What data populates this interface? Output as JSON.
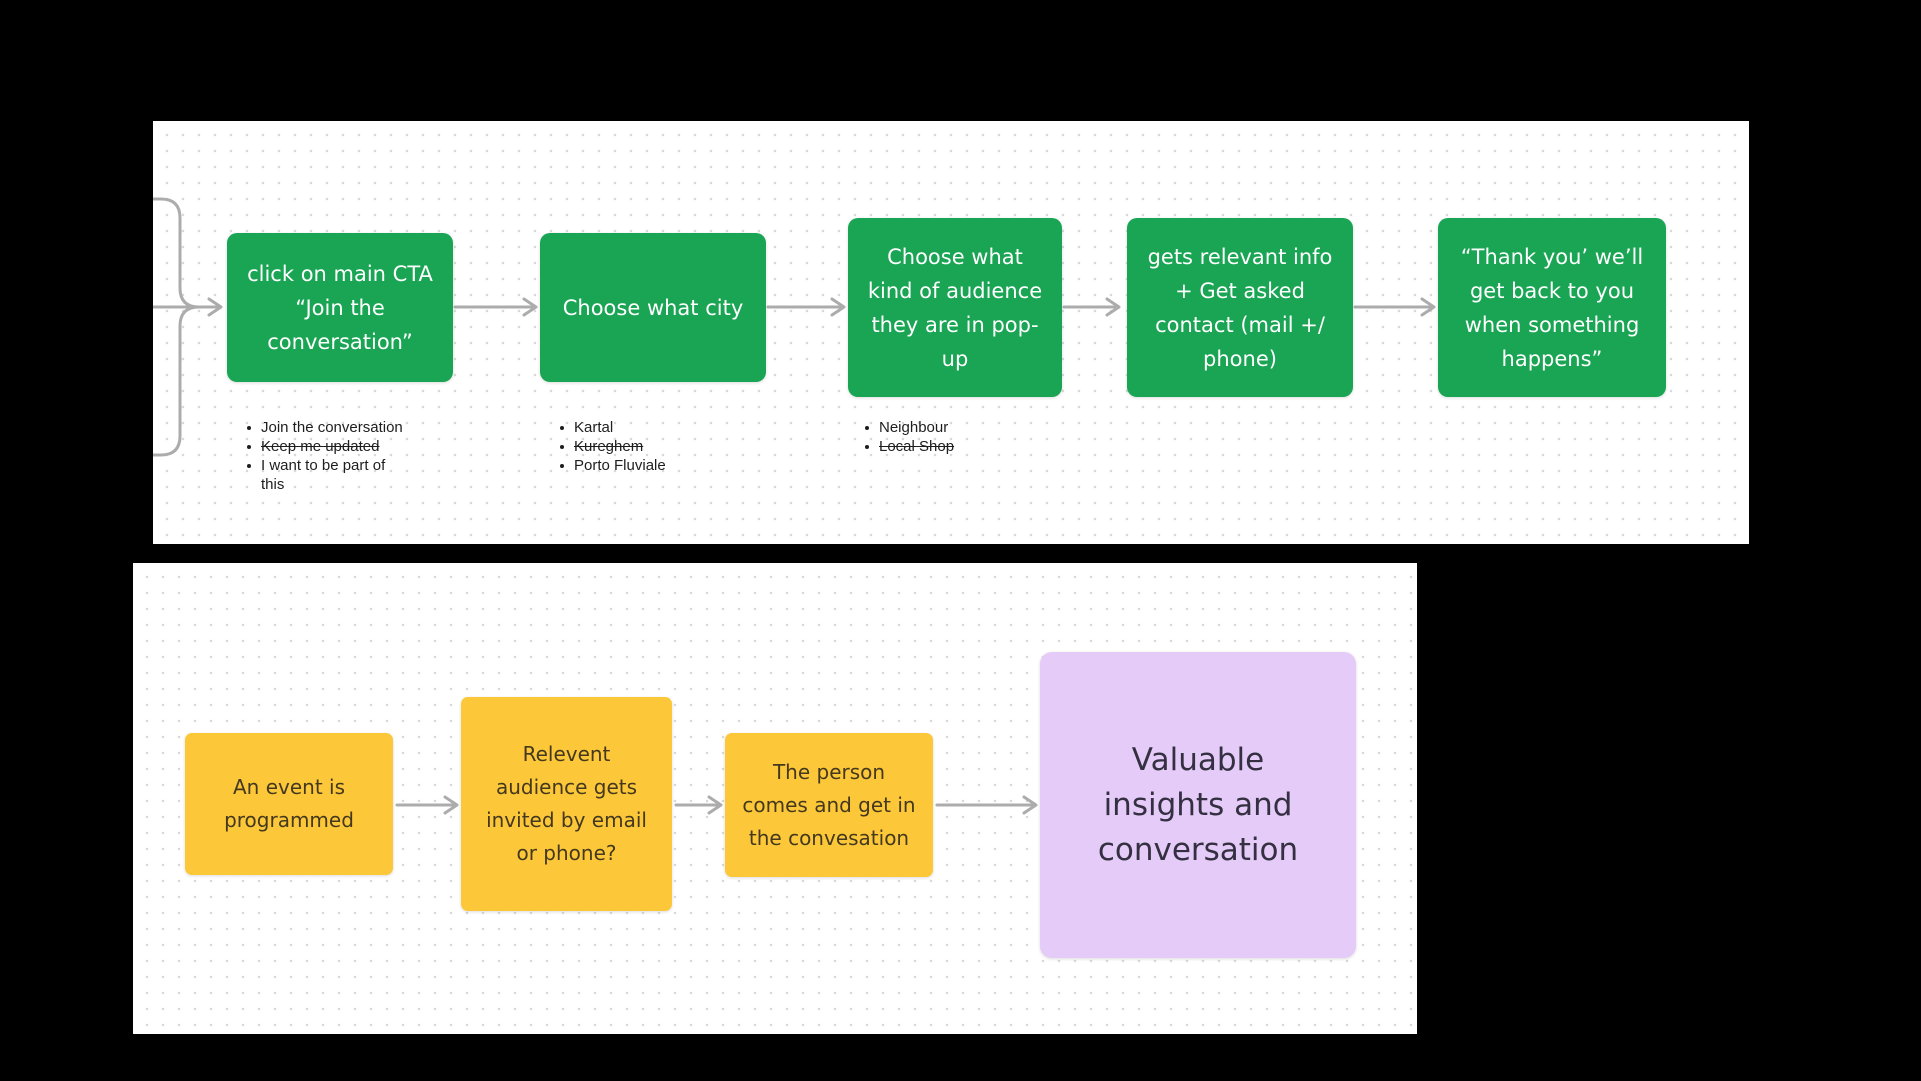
{
  "board": {
    "background_color": "#000000",
    "canvas_color": "#FFFFFF",
    "dot_grid_color": "#D9D9D9",
    "arrow_color": "#ACACAC"
  },
  "colors": {
    "green_node": "#19A553",
    "green_node_text": "#FFFFFF",
    "yellow_node": "#FCC738",
    "yellow_node_text": "#44391E",
    "purple_node": "#E5CBF7",
    "purple_node_text": "#343042",
    "note_text": "#1E1E1E"
  },
  "top_flow": {
    "nodes": [
      {
        "label": "click on main CTA\n“Join the\nconversation”"
      },
      {
        "label": "Choose what city"
      },
      {
        "label": "Choose what\nkind of audience\nthey are in pop-\nup"
      },
      {
        "label": "gets relevant info\n+ Get asked\ncontact (mail +/\nphone)"
      },
      {
        "label": "“Thank you’ we’ll\nget back to you\nwhen something\nhappens”"
      }
    ],
    "lists": [
      {
        "items": [
          {
            "text": "Join the conversation",
            "strike": false
          },
          {
            "text": "Keep me updated",
            "strike": true
          },
          {
            "text": "I want to be part of\nthis",
            "strike": false
          }
        ]
      },
      {
        "items": [
          {
            "text": "Kartal",
            "strike": false
          },
          {
            "text": "Kureghem",
            "strike": true
          },
          {
            "text": "Porto Fluviale",
            "strike": false
          }
        ]
      },
      {
        "items": [
          {
            "text": "Neighbour",
            "strike": false
          },
          {
            "text": "Local Shop",
            "strike": true
          }
        ]
      }
    ]
  },
  "bottom_flow": {
    "nodes": [
      {
        "label": "An event is\nprogrammed"
      },
      {
        "label": "Relevent\naudience gets\ninvited by email\nor phone?"
      },
      {
        "label": "The person\ncomes and get in\nthe convesation"
      },
      {
        "label": "Valuable\ninsights and\nconversation"
      }
    ]
  }
}
